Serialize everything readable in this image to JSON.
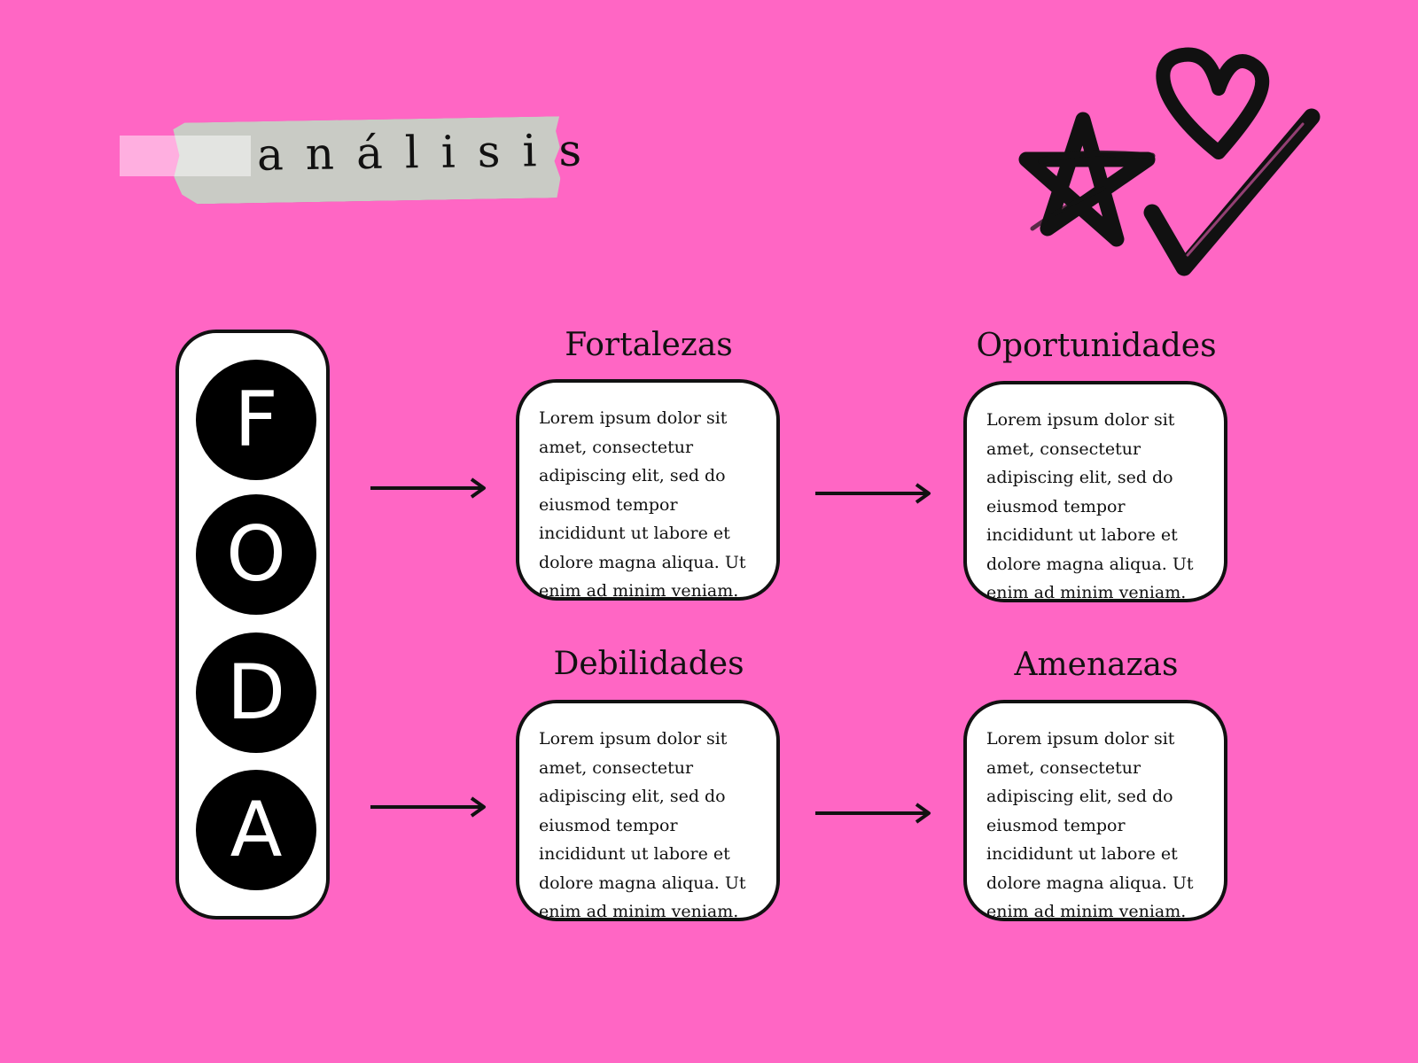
{
  "header": {
    "title": "análisis"
  },
  "foda": {
    "letters": [
      "F",
      "O",
      "D",
      "A"
    ]
  },
  "sections": [
    {
      "title": "Fortalezas",
      "body": "Lorem ipsum dolor sit amet, consectetur adipiscing elit, sed do eiusmod tempor incididunt ut labore et dolore magna aliqua. Ut enim ad minim veniam."
    },
    {
      "title": "Oportunidades",
      "body": "Lorem ipsum dolor sit amet, consectetur adipiscing elit, sed do eiusmod tempor incididunt ut labore et dolore magna aliqua. Ut enim ad minim veniam."
    },
    {
      "title": "Debilidades",
      "body": "Lorem ipsum dolor sit amet, consectetur adipiscing elit, sed do eiusmod tempor incididunt ut labore et dolore magna aliqua. Ut enim ad minim veniam."
    },
    {
      "title": "Amenazas",
      "body": "Lorem ipsum dolor sit amet, consectetur adipiscing elit, sed do eiusmod tempor incididunt ut labore et dolore magna aliqua. Ut enim ad minim veniam."
    }
  ],
  "decorations": {
    "icons": [
      "star-icon",
      "heart-icon",
      "checkmark-icon",
      "arrow-right-icon"
    ]
  },
  "colors": {
    "background": "#ff66c4",
    "tape": "#c9cbc5",
    "ink": "#111111",
    "box_fill": "#ffffff"
  }
}
